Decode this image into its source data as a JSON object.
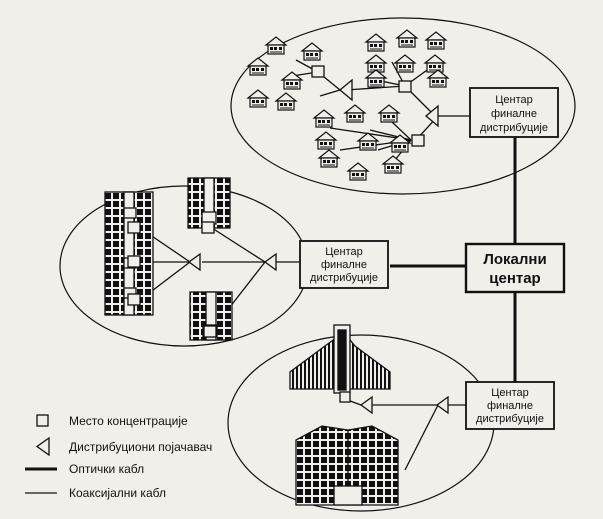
{
  "center": {
    "line1": "Локални",
    "line2": "центар"
  },
  "distribution_centers": [
    {
      "line1": "Центар",
      "line2": "финалне",
      "line3": "дистрибуције"
    },
    {
      "line1": "Центар",
      "line2": "финалне",
      "line3": "дистрибуције"
    },
    {
      "line1": "Центар",
      "line2": "финалне",
      "line3": "дистрибуције"
    }
  ],
  "legend": {
    "concentration_point": "Место концентрације",
    "distribution_amplifier": "Дистрибуциони појачавач",
    "optical_cable": "Оптички кабл",
    "coaxial_cable": "Коаксијални кабл"
  },
  "colors": {
    "ink": "#111111",
    "paper": "#f1efe9"
  }
}
